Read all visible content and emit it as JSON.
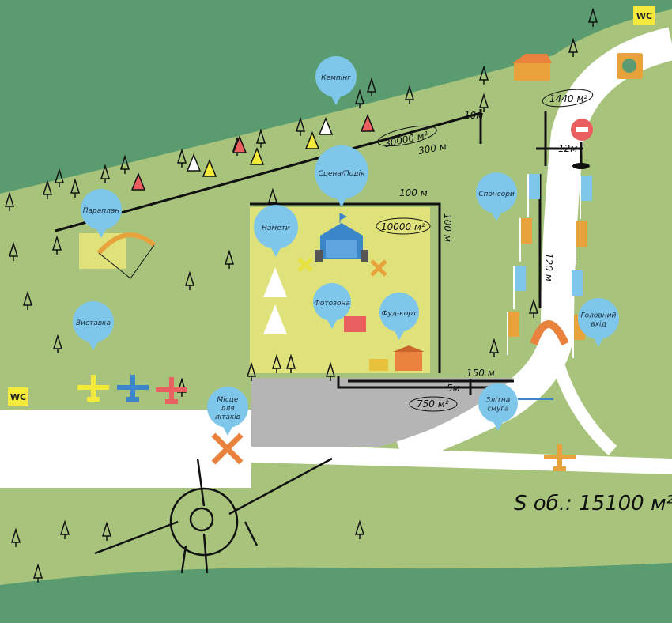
{
  "pins": {
    "camping": "Кемпінг",
    "stage": "Сцена/Подія",
    "paraglider": "Параплан",
    "tents": "Намети",
    "photozone": "Фотозона",
    "foodcourt": "Фуд-корт",
    "exhibition": "Виставка",
    "sponsors": "Спонсори",
    "entrance_1": "Головний",
    "entrance_2": "вхід",
    "planes_1": "Місце",
    "planes_2": "для",
    "planes_3": "літаків",
    "runway_1": "Злітна",
    "runway_2": "смуга"
  },
  "measurements": {
    "camping_area": "30000 м²",
    "camping_length": "300 м",
    "camping_width": "10м",
    "field_width": "100 м",
    "field_area": "10000 м²",
    "field_height": "100 м",
    "entrance_area": "1440 м²",
    "road_width": "12м",
    "road_length": "120 м",
    "parking_length": "150 м",
    "parking_width": "5м",
    "parking_area": "750 м²",
    "total_area": "S об.: 15100 м²"
  },
  "wc": [
    "WC",
    "WC"
  ],
  "colors": {
    "dark_green": "#5a9c6f",
    "light_green": "#a8c47c",
    "field": "#dfe17a",
    "pin": "#7ec6ea",
    "parking": "#b5b5b5",
    "orange": "#e8823c"
  }
}
